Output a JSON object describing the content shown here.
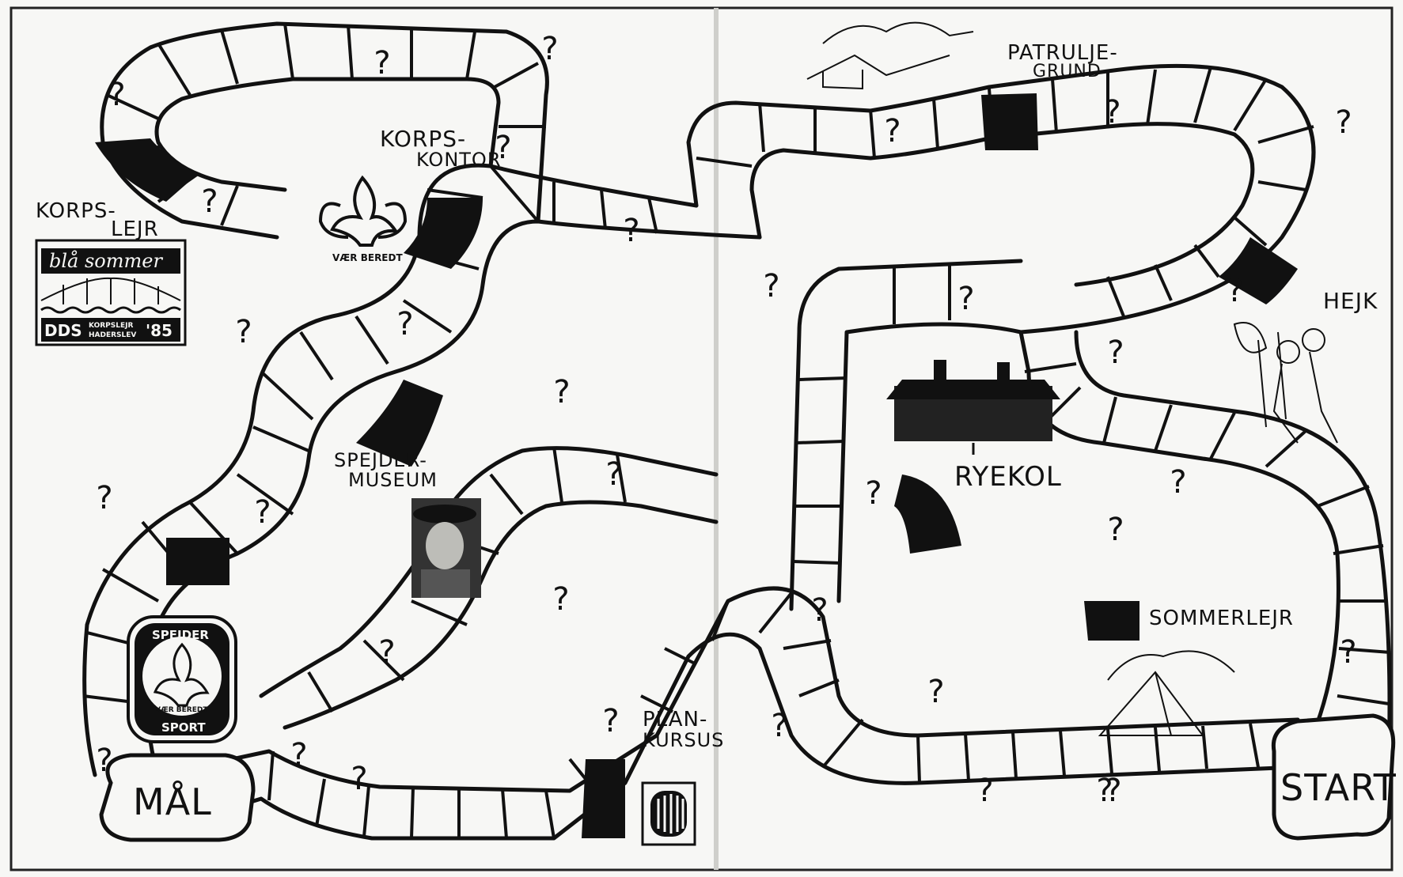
{
  "board": {
    "stations": {
      "korpslejr_line1": "KORPS-",
      "korpslejr_line2": "LEJR",
      "korpskontor_line1": "KORPS-",
      "korpskontor_line2": "KONTOR",
      "spejdermuseum_line1": "SPEJDER-",
      "spejdermuseum_line2": "MUSEUM",
      "patruljegrund_line1": "PATRULJE-",
      "patruljegrund_line2": "GRUND",
      "hejk": "HEJK",
      "ryekol": "RYEKOL",
      "sommerlejr": "SOMMERLEJR",
      "plankursus_line1": "PLAN-",
      "plankursus_line2": "KURSUS"
    },
    "start_label": "START",
    "goal_label": "MÅL",
    "question_mark": "?"
  },
  "logos": {
    "bla_sommer": "blå sommer",
    "dds": "DDS",
    "korpslejr_line1": "KORPSLEJR",
    "korpslejr_line2": "HADERSLEV",
    "year": "'85",
    "vaer_beredt": "VÆR BEREDT",
    "spejder_sport_top": "SPEJDER",
    "spejder_sport_bottom": "SPORT",
    "spejder_sport_motto": "VÆR BEREDT"
  },
  "colors": {
    "paper": "#f7f7f5",
    "ink": "#111111",
    "special_square": "#111111",
    "page_gutter": "#e0e0dc"
  }
}
